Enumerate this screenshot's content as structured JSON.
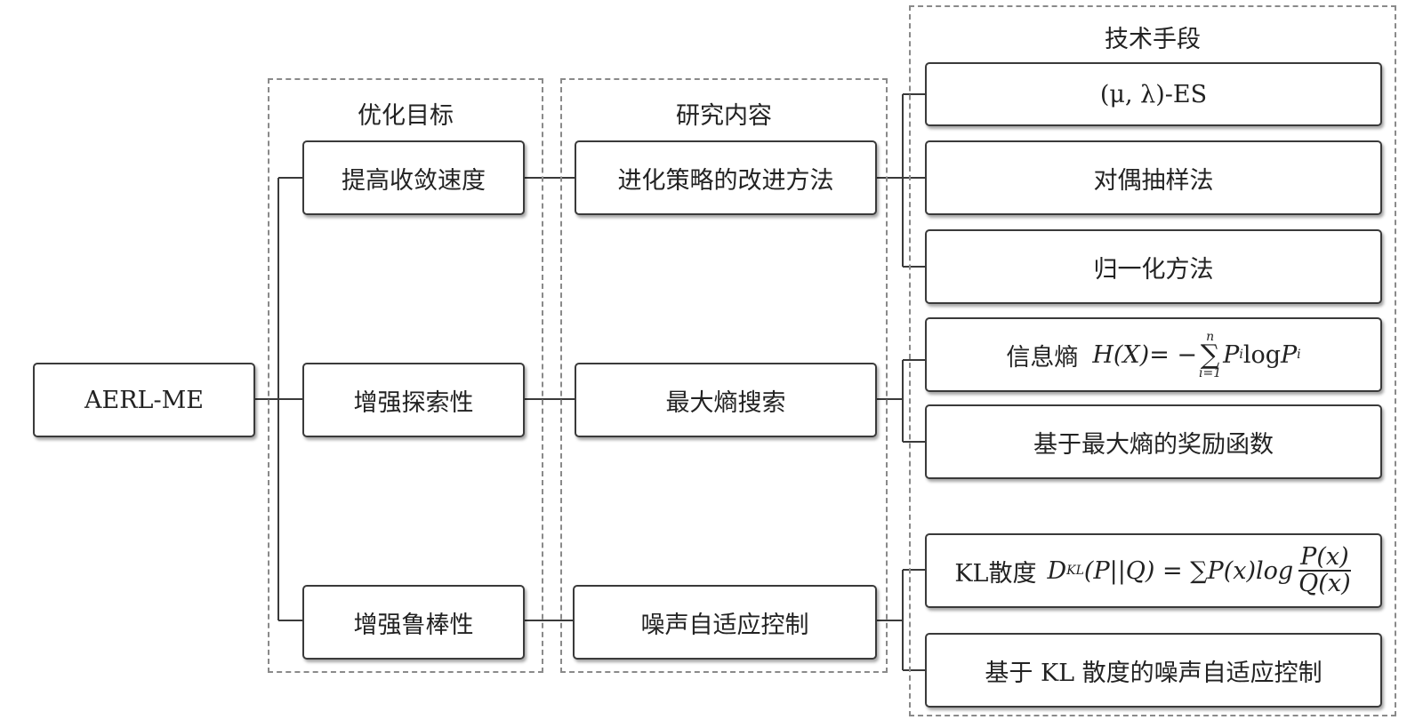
{
  "groups": {
    "goals": "优化目标",
    "research": "研究内容",
    "techniques": "技术手段"
  },
  "root": "AERL-ME",
  "goals": [
    "提高收敛速度",
    "增强探索性",
    "增强鲁棒性"
  ],
  "research": [
    "进化策略的改进方法",
    "最大熵搜索",
    "噪声自适应控制"
  ],
  "techniques": {
    "t1": "(μ, λ)-ES",
    "t2": "对偶抽样法",
    "t3": "归一化方法",
    "t4_label": "信息熵",
    "t4_lhs": "H(X)",
    "t4_eq": "= −",
    "t4_sum_top": "n",
    "t4_sum_sym": "∑",
    "t4_sum_bottom": "i=1",
    "t4_rhs_p": "P",
    "t4_rhs_i": "i",
    "t4_rhs_log": "log",
    "t4_rhs_p2": "P",
    "t4_rhs_i2": "i",
    "t5": "基于最大熵的奖励函数",
    "t6_label": "KL散度",
    "t6_d": "D",
    "t6_sub": "KL",
    "t6_args": "(P||Q) = ∑P(x)log",
    "t6_num": "P(x)",
    "t6_den": "Q(x)",
    "t7": "基于 KL 散度的噪声自适应控制"
  }
}
